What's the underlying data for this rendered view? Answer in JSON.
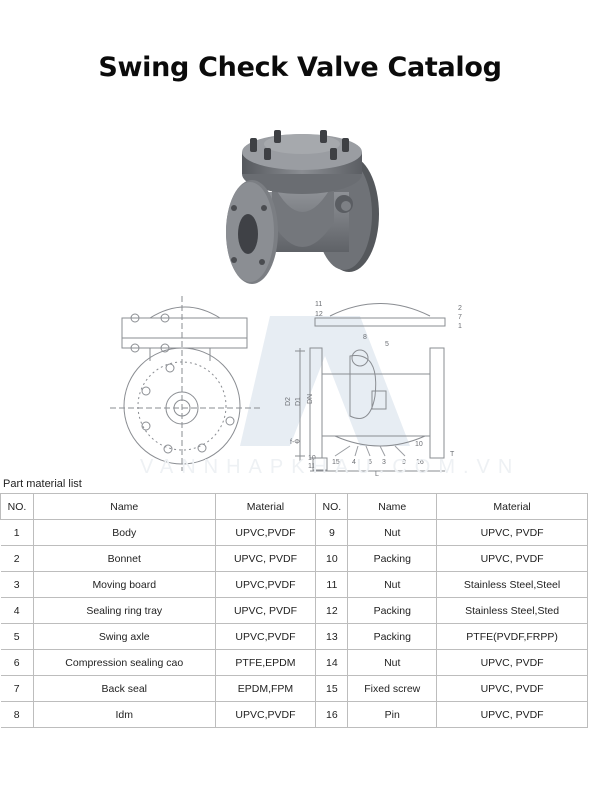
{
  "title": "Swing Check Valve Catalog",
  "product_image": {
    "alt": "Grey UPVC swing check valve with flanged ends and bolted bonnet",
    "color": "#6d7075"
  },
  "drawing": {
    "labels_top": [
      "11",
      "12",
      "2",
      "7",
      "1",
      "8",
      "5"
    ],
    "labels_bottom": [
      "15",
      "4",
      "6",
      "3",
      "9",
      "16",
      "10"
    ],
    "dimension_labels": [
      "D2",
      "D1",
      "DN",
      "L",
      "T",
      "f-Φ"
    ],
    "detail_labels": [
      "10",
      "11"
    ],
    "watermark": "VANNHAPKHAU.COM.VN"
  },
  "parts_table": {
    "caption": "Part material list",
    "headers": [
      "NO.",
      "Name",
      "Material",
      "NO.",
      "Name",
      "Material"
    ],
    "rows": [
      {
        "no": "1",
        "name": "Body",
        "material": "UPVC,PVDF",
        "no2": "9",
        "name2": "Nut",
        "material2": "UPVC, PVDF"
      },
      {
        "no": "2",
        "name": "Bonnet",
        "material": "UPVC, PVDF",
        "no2": "10",
        "name2": "Packing",
        "material2": "UPVC, PVDF"
      },
      {
        "no": "3",
        "name": "Moving board",
        "material": "UPVC,PVDF",
        "no2": "11",
        "name2": "Nut",
        "material2": "Stainless Steel,Steel"
      },
      {
        "no": "4",
        "name": "Sealing ring tray",
        "material": "UPVC, PVDF",
        "no2": "12",
        "name2": "Packing",
        "material2": "Stainless Steel,Sted"
      },
      {
        "no": "5",
        "name": "Swing axle",
        "material": "UPVC,PVDF",
        "no2": "13",
        "name2": "Packing",
        "material2": "PTFE(PVDF,FRPP)"
      },
      {
        "no": "6",
        "name": "Compression sealing cao",
        "material": "PTFE,EPDM",
        "no2": "14",
        "name2": "Nut",
        "material2": "UPVC, PVDF"
      },
      {
        "no": "7",
        "name": "Back seal",
        "material": "EPDM,FPM",
        "no2": "15",
        "name2": "Fixed screw",
        "material2": "UPVC, PVDF"
      },
      {
        "no": "8",
        "name": "Idm",
        "material": "UPVC,PVDF",
        "no2": "16",
        "name2": "Pin",
        "material2": "UPVC, PVDF"
      }
    ]
  }
}
